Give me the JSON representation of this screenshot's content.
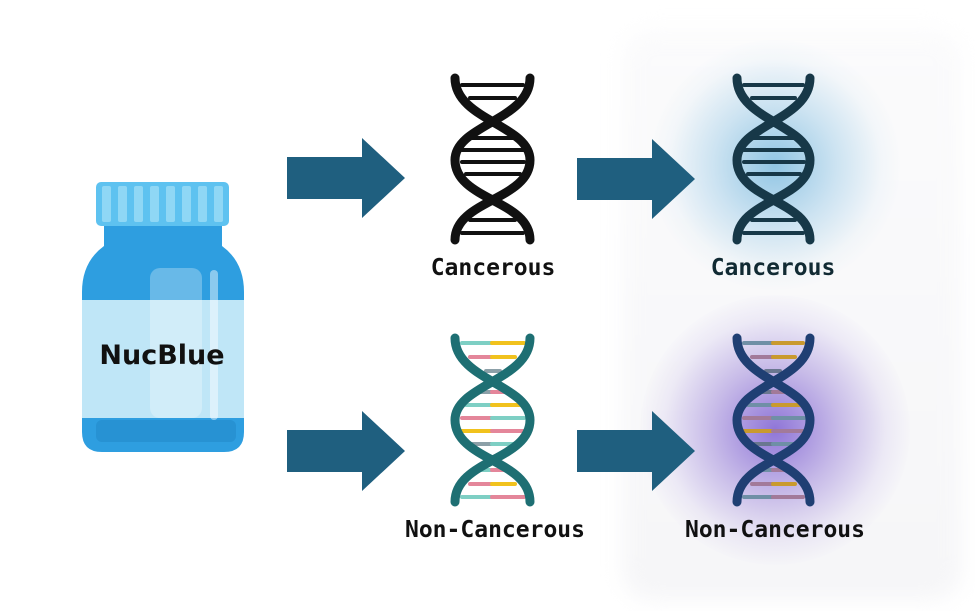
{
  "bottle": {
    "label": "NucBlue",
    "colors": {
      "cap": "#5ec2f0",
      "body": "#2e9ee0",
      "label_band": "#bfe6f7"
    }
  },
  "arrows": {
    "color": "#1f5f7f"
  },
  "rows": [
    {
      "id": "cancerous",
      "dna_style": "black outline",
      "before_label": "Cancerous",
      "after_label": "Cancerous",
      "glow_color": "#78b8dc"
    },
    {
      "id": "non-cancerous",
      "dna_style": "colored rungs",
      "before_label": "Non-Cancerous",
      "after_label": "Non-Cancerous",
      "glow_color": "#7d5fd2"
    }
  ],
  "dna_colors": {
    "outline_black": "#111111",
    "stained_outline": "#173848",
    "teal_strand": "#1e6f73",
    "navy_strand": "#1f3f73",
    "rung_pink": "#e4869a",
    "rung_yellow": "#f1c21d",
    "rung_teal": "#7ecfc4",
    "rung_gray": "#8ca0a8"
  }
}
